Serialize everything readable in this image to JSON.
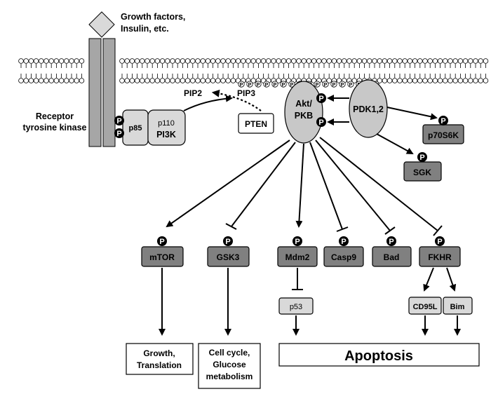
{
  "ligand": {
    "line1": "Growth factors,",
    "line2": "Insulin, etc."
  },
  "receptor": {
    "line1": "Receptor",
    "line2": "tyrosine kinase"
  },
  "pi3k": {
    "p85": "p85",
    "p110": "p110",
    "pi3k": "PI3K"
  },
  "lipids": {
    "pip2": "PIP2",
    "pip3": "PIP3",
    "pten": "PTEN"
  },
  "akt": {
    "line1": "Akt/",
    "line2": "PKB"
  },
  "pdk": "PDK1,2",
  "pdk_targets": {
    "p70": "p70S6K",
    "sgk": "SGK"
  },
  "phospho_letter": "P",
  "targets": {
    "mtor": "mTOR",
    "gsk3": "GSK3",
    "mdm2": "Mdm2",
    "casp9": "Casp9",
    "bad": "Bad",
    "fkhr": "FKHR"
  },
  "downstream": {
    "p53": "p53",
    "cd95l": "CD95L",
    "bim": "Bim"
  },
  "outcomes": {
    "growth_1": "Growth,",
    "growth_2": "Translation",
    "cell_1": "Cell cycle,",
    "cell_2": "Glucose",
    "cell_3": "metabolism",
    "apoptosis": "Apoptosis"
  },
  "colors": {
    "receptor": "#a6a6a6",
    "pi3k": "#d9d9d9",
    "akt": "#c8c8c8",
    "target": "#808080",
    "downstream": "#d9d9d9",
    "phospho": "#000000"
  }
}
